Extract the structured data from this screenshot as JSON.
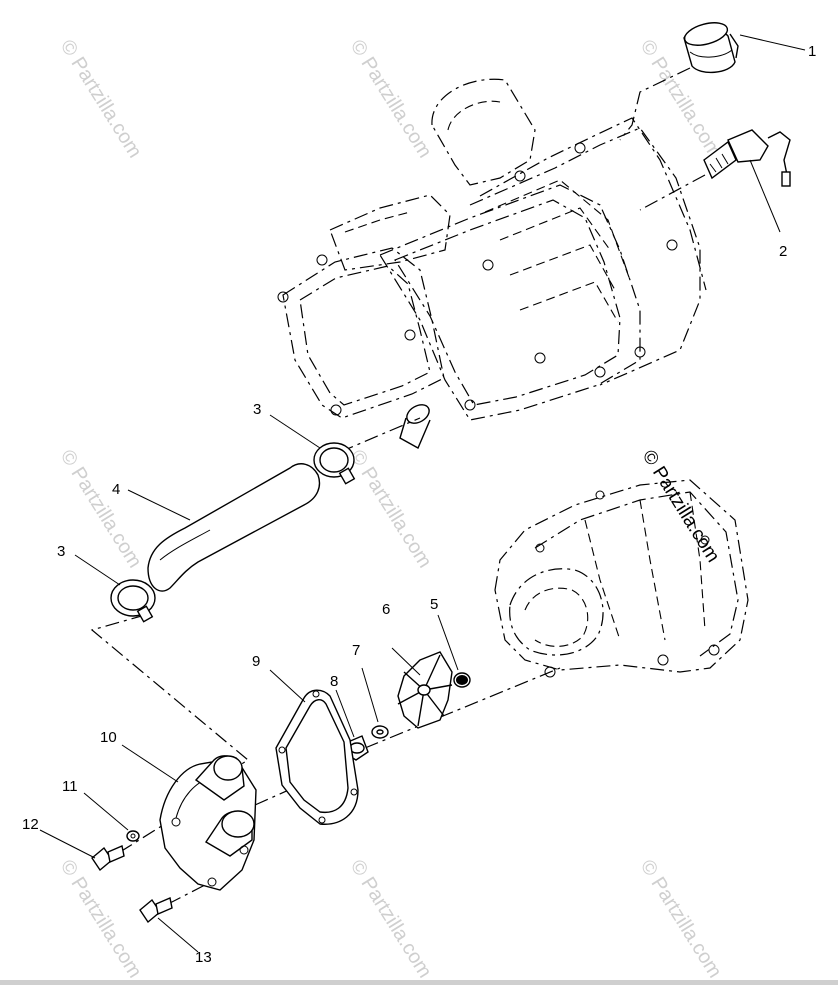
{
  "watermark": {
    "text": "© Partzilla.com",
    "color": "#cfcfcf",
    "main_color": "#000000"
  },
  "callouts": [
    {
      "id": "c1",
      "label": "1"
    },
    {
      "id": "c2",
      "label": "2"
    },
    {
      "id": "c3a",
      "label": "3"
    },
    {
      "id": "c3b",
      "label": "3"
    },
    {
      "id": "c4",
      "label": "4"
    },
    {
      "id": "c5",
      "label": "5"
    },
    {
      "id": "c6",
      "label": "6"
    },
    {
      "id": "c7",
      "label": "7"
    },
    {
      "id": "c8",
      "label": "8"
    },
    {
      "id": "c9",
      "label": "9"
    },
    {
      "id": "c10",
      "label": "10"
    },
    {
      "id": "c11",
      "label": "11"
    },
    {
      "id": "c12",
      "label": "12"
    },
    {
      "id": "c13",
      "label": "13"
    }
  ]
}
